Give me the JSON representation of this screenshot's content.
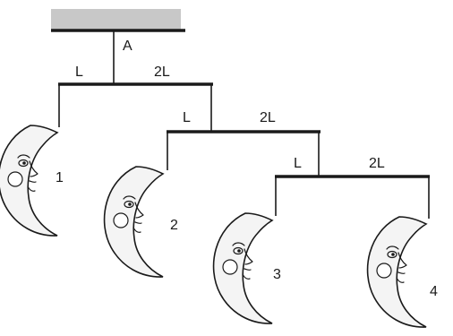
{
  "labels": {
    "pivot": "A",
    "rod1_left": "L",
    "rod1_right": "2L",
    "rod2_left": "L",
    "rod2_right": "2L",
    "rod3_left": "L",
    "rod3_right": "2L"
  },
  "moons": [
    {
      "number": "1"
    },
    {
      "number": "2"
    },
    {
      "number": "3"
    },
    {
      "number": "4"
    }
  ],
  "colors": {
    "ceiling": "#c8c8c8",
    "ink": "#1a1a1a",
    "moon_fill": "#f4f4f4"
  }
}
